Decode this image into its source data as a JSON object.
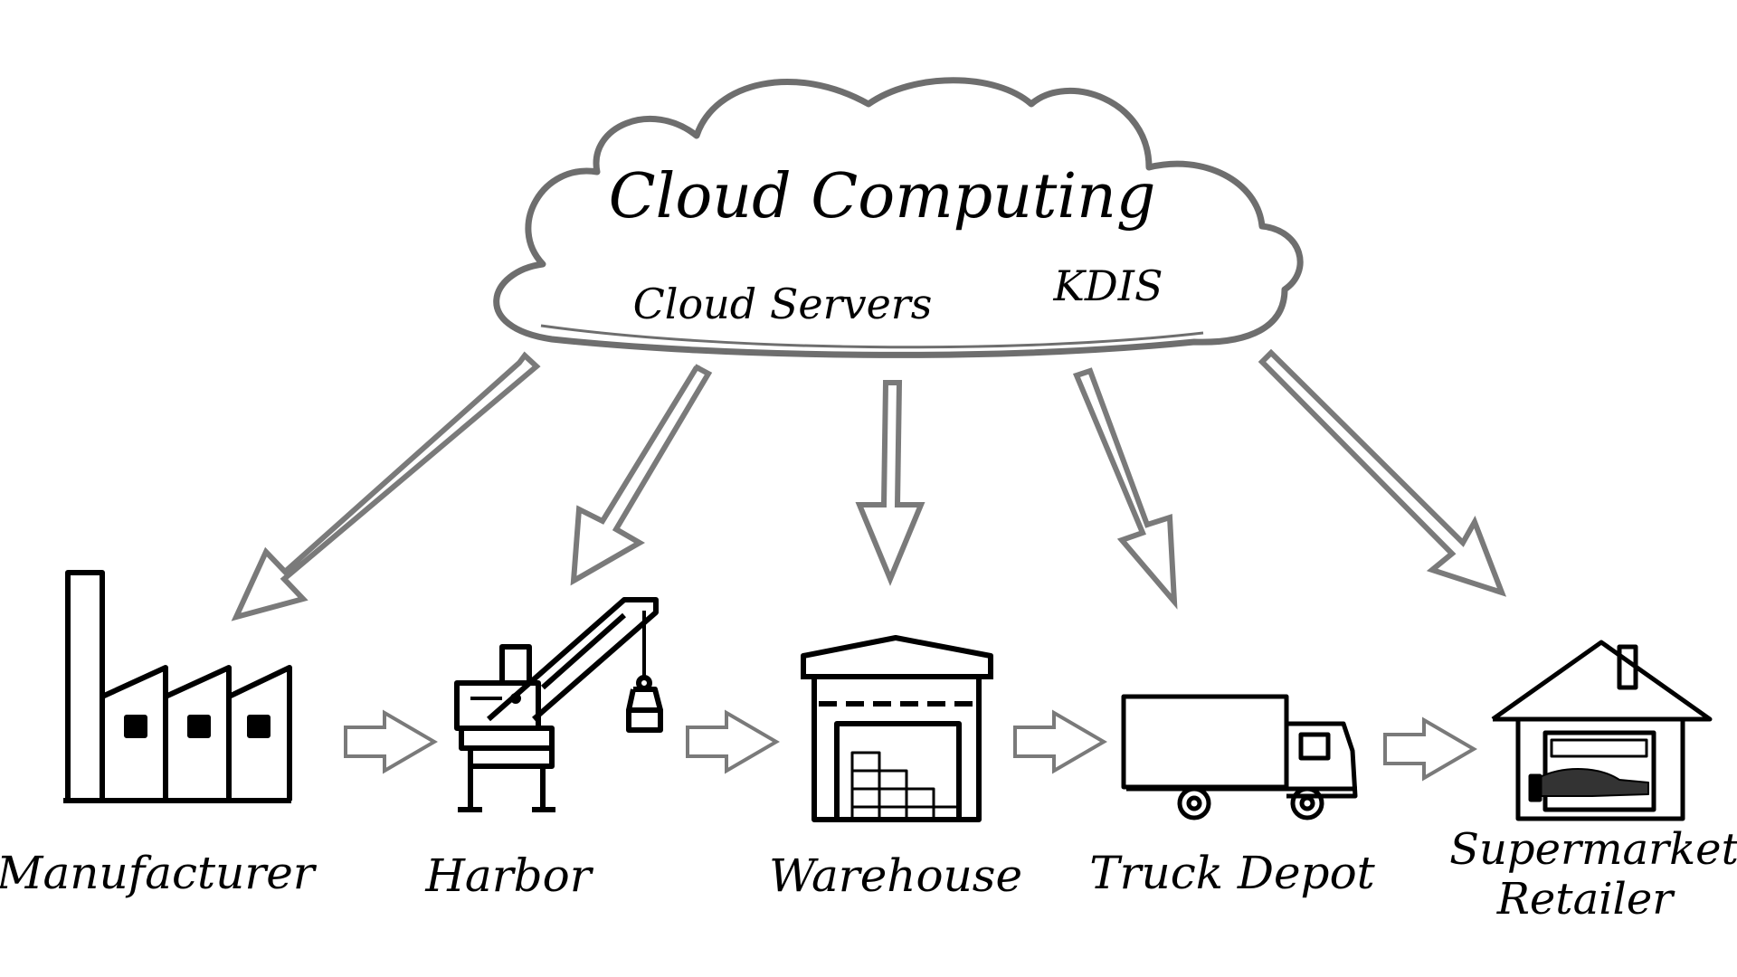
{
  "cloud": {
    "title": "Cloud Computing",
    "items": [
      "Cloud Servers",
      "KDIS"
    ]
  },
  "stages": [
    {
      "label": "Manufacturer",
      "icon": "factory-icon"
    },
    {
      "label": "Harbor",
      "icon": "harbor-crane-icon"
    },
    {
      "label": "Warehouse",
      "icon": "warehouse-icon"
    },
    {
      "label": "Truck Depot",
      "icon": "truck-icon"
    },
    {
      "label": "Supermarket",
      "label2": "Retailer",
      "icon": "retail-store-icon"
    }
  ],
  "colors": {
    "line": "#000000",
    "arrow": "#7a7a7a",
    "cloud": "#6e6e6e",
    "fill": "#ffffff"
  }
}
